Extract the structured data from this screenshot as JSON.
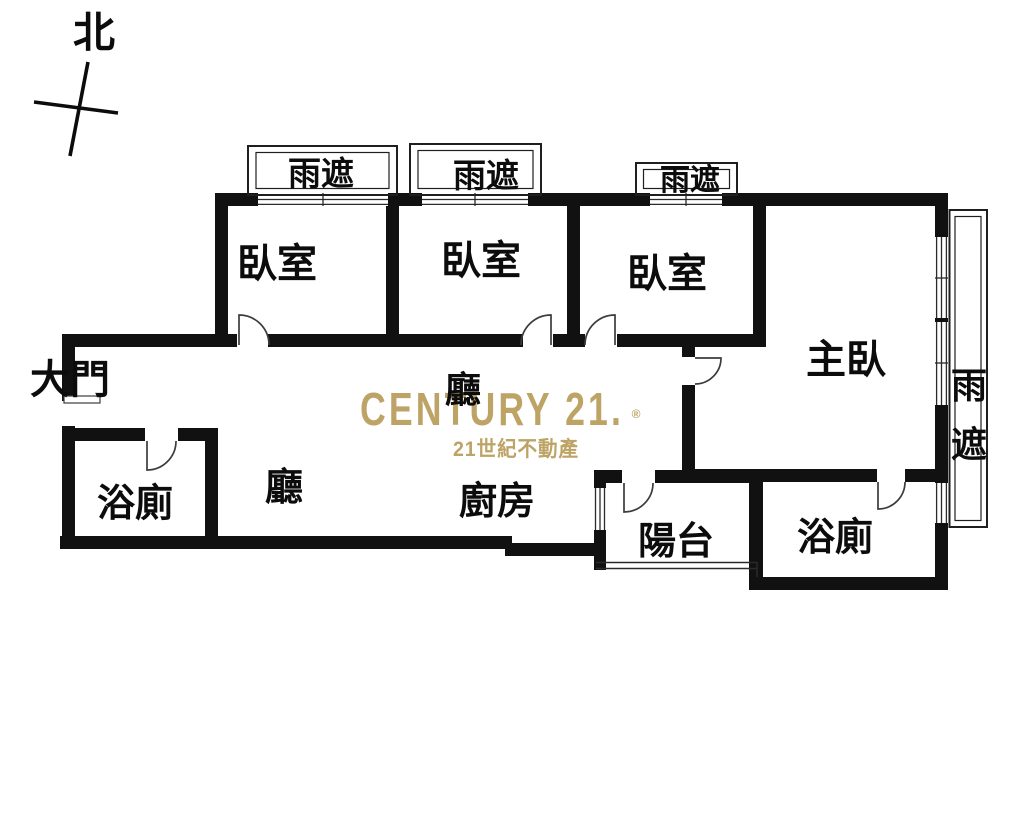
{
  "compass": {
    "north_label": "北"
  },
  "watermark": {
    "brand": "CENTURY 21.",
    "registered_mark": "®",
    "subtitle": "21世紀不動產",
    "color": "#bda365"
  },
  "floor_plan": {
    "entrance": "大門",
    "bedroom_1": "臥室",
    "bedroom_2": "臥室",
    "bedroom_3": "臥室",
    "master_bedroom": "主臥",
    "living_room": "廳",
    "hall": "廳",
    "kitchen": "廚房",
    "bathroom_left": "浴廁",
    "bathroom_right": "浴廁",
    "balcony": "陽台",
    "canopy_top_1": "雨遮",
    "canopy_top_2": "雨遮",
    "canopy_top_3": "雨遮",
    "canopy_right_line1": "雨",
    "canopy_right_line2": "遮"
  }
}
